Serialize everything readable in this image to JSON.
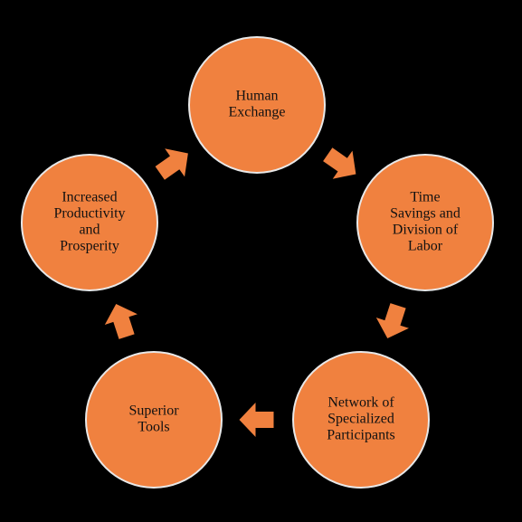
{
  "diagram": {
    "type": "cycle",
    "colors": {
      "background": "#000000",
      "node_fill": "#f0813f",
      "node_stroke": "#e8e8e8",
      "arrow_fill": "#f0813f",
      "text": "#111111"
    },
    "nodes": [
      {
        "id": "human-exchange",
        "lines": [
          "Human",
          "Exchange"
        ]
      },
      {
        "id": "time-savings",
        "lines": [
          "Time",
          "Savings and",
          "Division of",
          "Labor"
        ]
      },
      {
        "id": "network",
        "lines": [
          "Network of",
          "Specialized",
          "Participants"
        ]
      },
      {
        "id": "superior-tools",
        "lines": [
          "Superior",
          "Tools"
        ]
      },
      {
        "id": "productivity",
        "lines": [
          "Increased",
          "Productivity",
          "and",
          "Prosperity"
        ]
      }
    ],
    "flow": [
      {
        "from": "human-exchange",
        "to": "time-savings"
      },
      {
        "from": "time-savings",
        "to": "network"
      },
      {
        "from": "network",
        "to": "superior-tools"
      },
      {
        "from": "superior-tools",
        "to": "productivity"
      },
      {
        "from": "productivity",
        "to": "human-exchange"
      }
    ]
  }
}
